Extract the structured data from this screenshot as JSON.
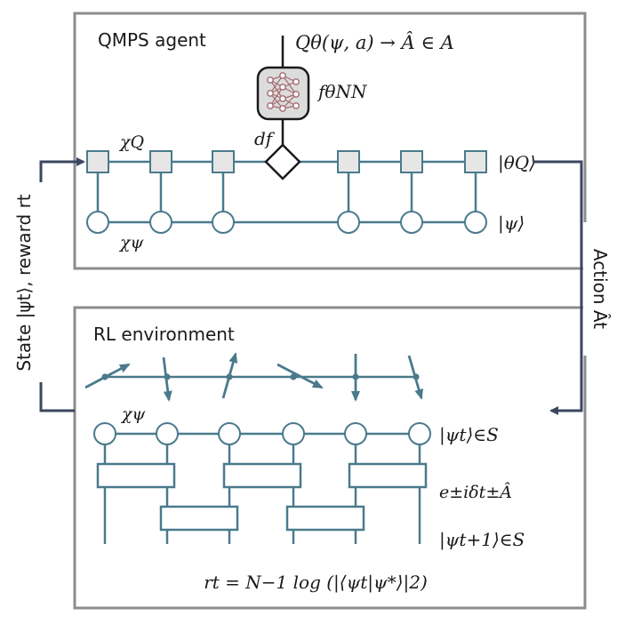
{
  "agent": {
    "title": "QMPS agent",
    "q_formula": "Qθ(ψ, a) → Â ∈ A",
    "nn_label": "fθNN",
    "df_label": "df",
    "chi_q": "χQ",
    "chi_psi": "χψ",
    "theta_ket": "|θQ⟩",
    "psi_ket": "|ψ⟩"
  },
  "environment": {
    "title": "RL environment",
    "chi_psi": "χψ",
    "psi_t": "|ψt⟩∈S",
    "evolution": "e±iδt±Â",
    "psi_t1": "|ψt+1⟩∈S",
    "reward": "rt = N−1 log (|⟨ψt|ψ*⟩|2)"
  },
  "side_labels": {
    "left": "State |ψt⟩, reward rt",
    "right": "Action Ât"
  },
  "colors": {
    "teal": "#4a7a8c",
    "box_border": "#8c8c8c",
    "square_fill": "#e6e6e6",
    "arrow": "#3b4660",
    "nn_edge": "#a36a70"
  }
}
